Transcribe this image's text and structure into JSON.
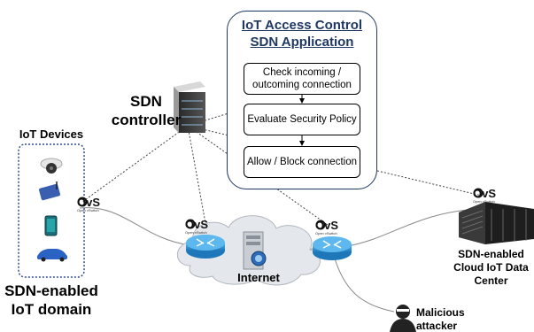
{
  "app": {
    "title_line1": "IoT Access Control",
    "title_line2": "SDN Application",
    "steps": [
      "Check incoming / outcoming connection",
      "Evaluate Security Policy",
      "Allow / Block connection"
    ]
  },
  "controller": {
    "line1": "SDN",
    "line2": "controller"
  },
  "iot": {
    "header": "IoT Devices",
    "domain_line1": "SDN-enabled",
    "domain_line2": "IoT domain",
    "devices": [
      "camera-icon",
      "wifi-router-icon",
      "smartphone-icon",
      "car-icon"
    ]
  },
  "ovs": {
    "logo": "OvS",
    "sub": "Open vSwitch"
  },
  "internet": {
    "label": "Internet"
  },
  "cloud_dc": {
    "line1": "SDN-enabled",
    "line2": "Cloud IoT Data",
    "line3": "Center"
  },
  "attacker": {
    "line1": "Malicious",
    "line2": "attacker"
  },
  "colors": {
    "accent": "#1f3864",
    "switch": "#2e8fd0",
    "dotted_box": "#2f4c8c"
  }
}
